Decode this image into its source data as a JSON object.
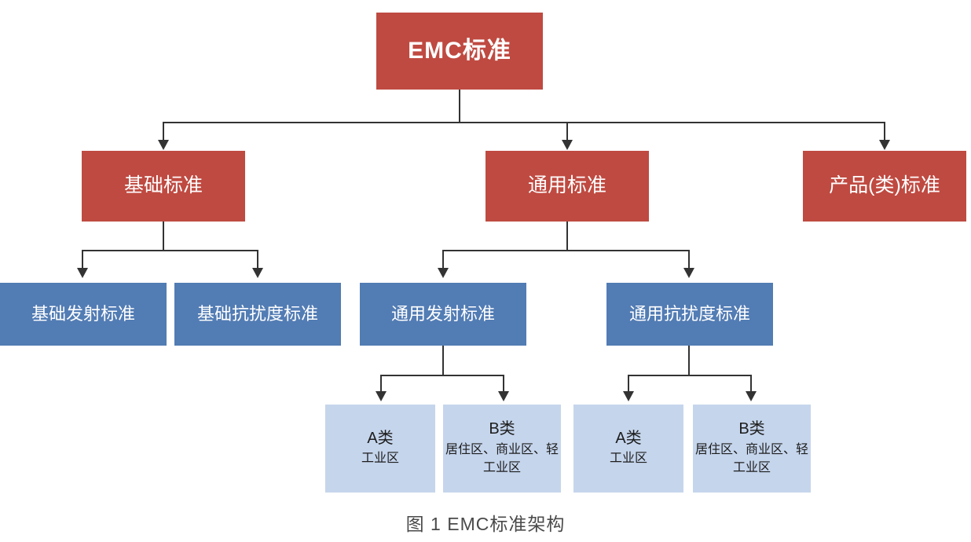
{
  "diagram": {
    "caption": "图 1  EMC标准架构",
    "colors": {
      "red": "#bf4a41",
      "blue": "#527cb4",
      "light_blue": "#c5d5ec",
      "connector": "#333333",
      "background": "#ffffff",
      "caption_text": "#4a4a4a"
    },
    "nodes": {
      "root": {
        "label": "EMC标准"
      },
      "level2": [
        {
          "label": "基础标准"
        },
        {
          "label": "通用标准"
        },
        {
          "label": "产品(类)标准"
        }
      ],
      "level3": [
        {
          "label": "基础发射标准"
        },
        {
          "label": "基础抗扰度标准"
        },
        {
          "label": "通用发射标准"
        },
        {
          "label": "通用抗扰度标准"
        }
      ],
      "level4": [
        {
          "title": "A类",
          "sub": "工业区"
        },
        {
          "title": "B类",
          "sub": "居住区、商业区、轻工业区"
        },
        {
          "title": "A类",
          "sub": "工业区"
        },
        {
          "title": "B类",
          "sub": "居住区、商业区、轻工业区"
        }
      ]
    }
  }
}
